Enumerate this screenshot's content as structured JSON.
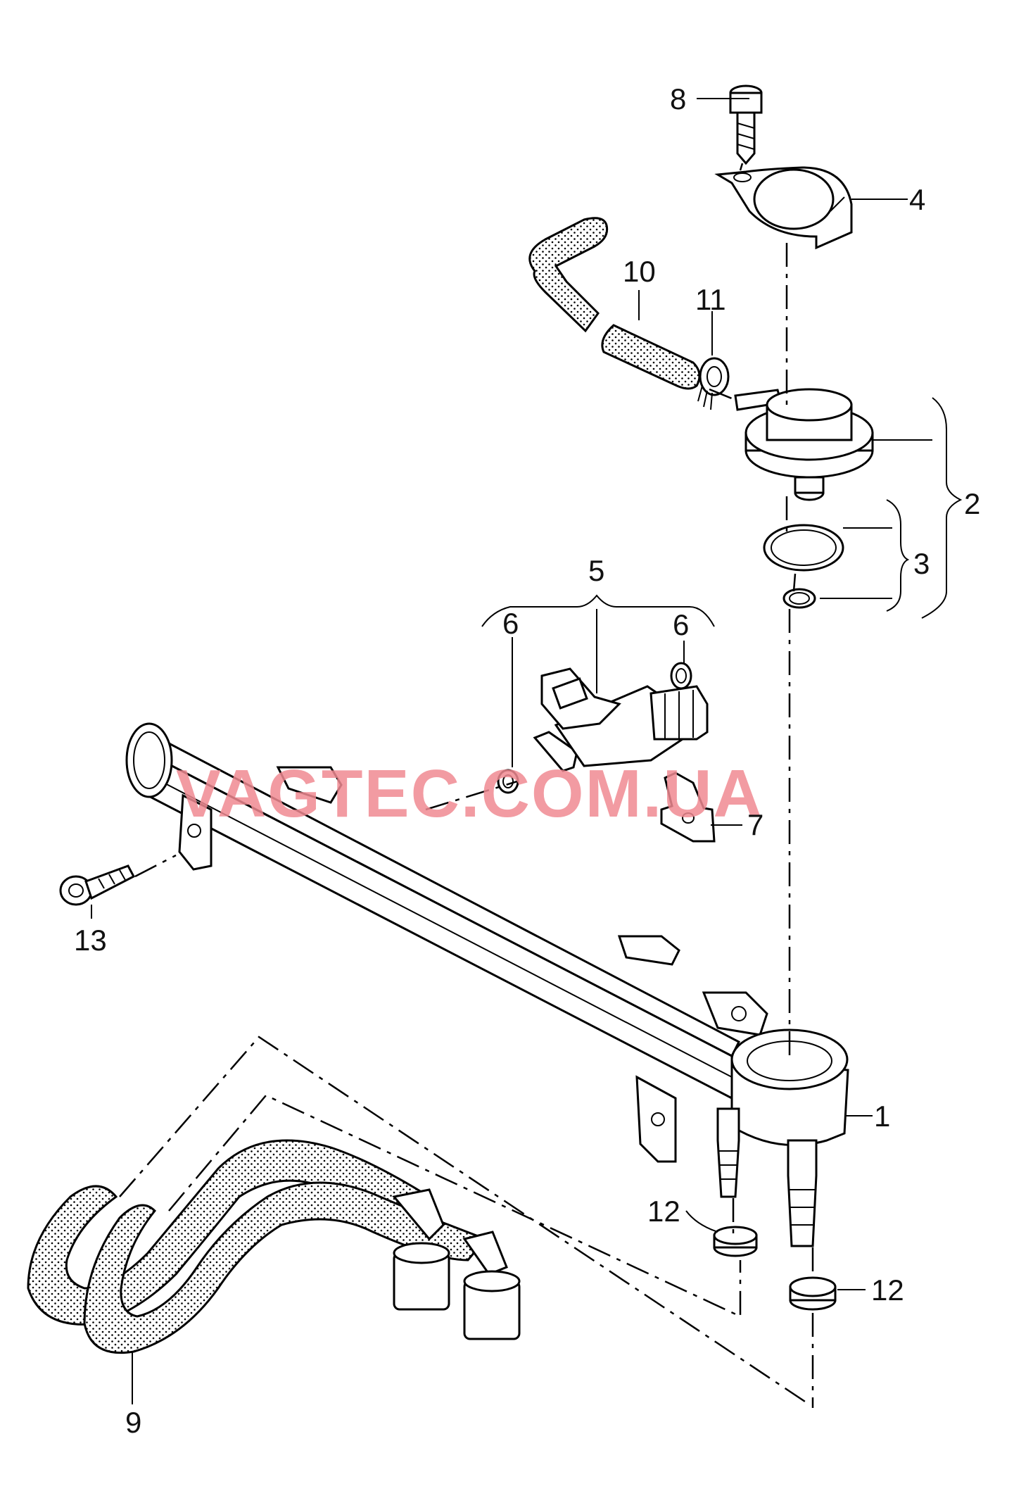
{
  "watermark": {
    "text": "VAGTEC.COM.UA",
    "color": "#f08a92"
  },
  "callouts": {
    "c1": "1",
    "c2": "2",
    "c3": "3",
    "c4": "4",
    "c5": "5",
    "c6a": "6",
    "c6b": "6",
    "c7": "7",
    "c8": "8",
    "c9": "9",
    "c10": "10",
    "c11": "11",
    "c12a": "12",
    "c12b": "12",
    "c13": "13"
  }
}
